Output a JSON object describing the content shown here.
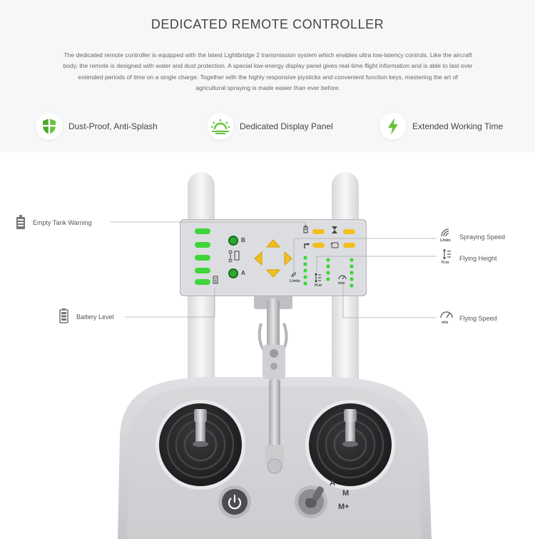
{
  "header": {
    "title": "DEDICATED REMOTE CONTROLLER",
    "description": "The dedicated remote controller is equipped with the latest Lightbridge 2 transmission system which enables ultra low-latency controls. Like the aircraft body, the remote is designed with water and dust protection. A special low-energy display panel gives real-time flight information and is able to last over extended periods of time on a single charge. Together with the highly responsive joysticks and convenient function keys, mastering the art of agricultural spraying is made easier than ever before."
  },
  "features": [
    {
      "label": "Dust-Proof, Anti-Splash",
      "icon": "shield-icon"
    },
    {
      "label": "Dedicated Display Panel",
      "icon": "sunrise-display-icon"
    },
    {
      "label": "Extended Working Time",
      "icon": "lightning-bolt-icon"
    }
  ],
  "callouts": {
    "empty_tank": "Empty Tank Warning",
    "battery": "Battery Level",
    "spraying_speed": "Spraying Speed",
    "flying_height": "Flying Height",
    "flying_speed": "Flying Speed"
  },
  "units": {
    "lmin": "L/min",
    "hm": "H.m",
    "ms": "m/s"
  },
  "panel": {
    "label_b": "B",
    "label_a": "A"
  },
  "switch_modes": [
    "A",
    "M",
    "M+"
  ],
  "colors": {
    "accent_green": "#67c23a",
    "led_green": "#39d33a",
    "led_yellow": "#f2c01e",
    "callout_line": "#aaaaaa"
  }
}
